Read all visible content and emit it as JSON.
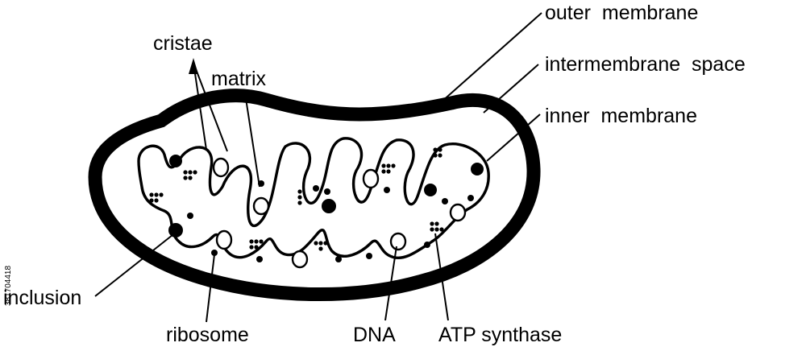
{
  "colors": {
    "ink": "#000000",
    "background": "#ffffff"
  },
  "labels": {
    "outer_membrane": "outer  membrane",
    "intermembrane_space": "intermembrane  space",
    "inner_membrane": "inner  membrane",
    "cristae": "cristae",
    "matrix": "matrix",
    "inclusion": "inclusion",
    "ribosome": "ribosome",
    "dna": "DNA",
    "atp_synthase": "ATP synthase"
  },
  "side_text": "381704418"
}
